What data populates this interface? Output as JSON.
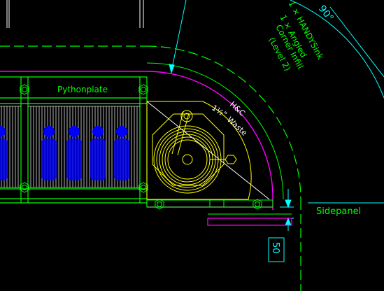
{
  "colors": {
    "background": "#000000",
    "green": "#00ff00",
    "cyan": "#00ffff",
    "yellow": "#ffff00",
    "magenta": "#ff00ff",
    "blue": "#0000ff",
    "white": "#ffffff",
    "grey": "#9a9a9a"
  },
  "labels": {
    "pythonplate": "Pythonplate",
    "waste_size": "1½\"",
    "waste_type": "H&C",
    "waste_word": "Waste",
    "angle": "90°",
    "note_line1": "1 × HANDYSink",
    "note_line2": "1 × Angled",
    "note_line3": "Corner Infill",
    "note_line4": "(Level 2)",
    "sidepanel": "Sidepanel",
    "dimension": "50"
  }
}
